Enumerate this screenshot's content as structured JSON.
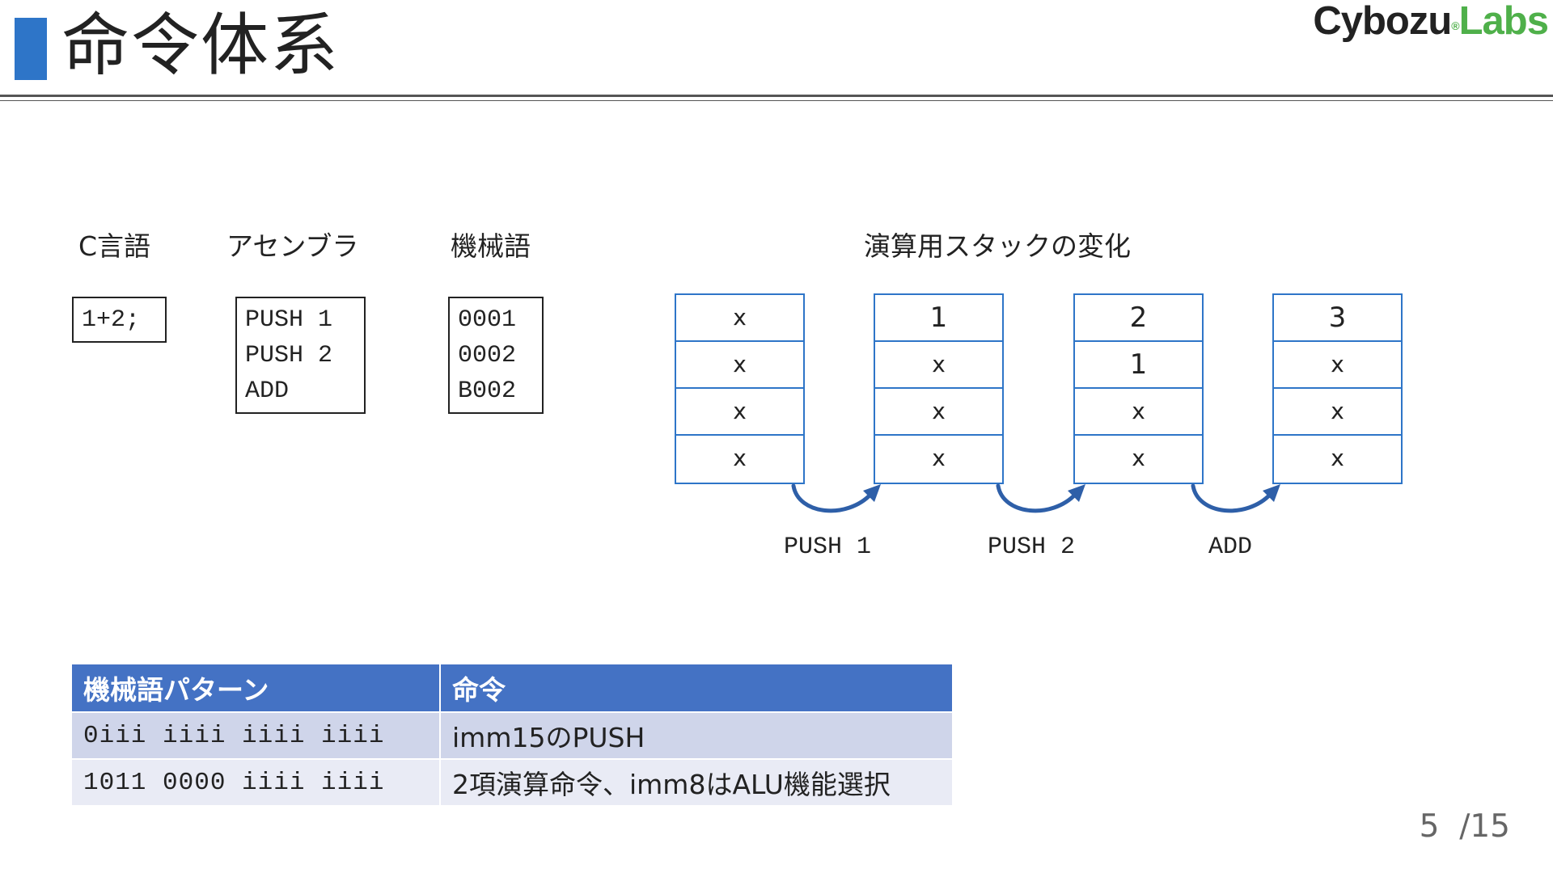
{
  "header": {
    "title": "命令体系",
    "logo_part1": "Cybozu",
    "logo_mark": "®",
    "logo_part2": "Labs"
  },
  "labels": {
    "c": "C言語",
    "asm": "アセンブラ",
    "mc": "機械語",
    "stack": "演算用スタックの変化"
  },
  "code": {
    "c_lines": [
      "1+2;"
    ],
    "asm_lines": [
      "PUSH 1",
      "PUSH 2",
      "ADD"
    ],
    "mc_lines": [
      "0001",
      "0002",
      "B002"
    ]
  },
  "stacks": [
    [
      "x",
      "x",
      "x",
      "x"
    ],
    [
      "1",
      "x",
      "x",
      "x"
    ],
    [
      "2",
      "1",
      "x",
      "x"
    ],
    [
      "3",
      "x",
      "x",
      "x"
    ]
  ],
  "operations": [
    "PUSH 1",
    "PUSH 2",
    "ADD"
  ],
  "table": {
    "headers": [
      "機械語パターン",
      "命令"
    ],
    "rows": [
      [
        "0iii iiii iiii iiii",
        "imm15のPUSH"
      ],
      [
        "1011 0000 iiii iiii",
        "2項演算命令、imm8はALU機能選択"
      ]
    ]
  },
  "page": {
    "current": "5",
    "total": "/15"
  },
  "colors": {
    "accent": "#2e75c8",
    "table_header": "#4472c4",
    "row_a": "#cfd5ea",
    "row_b": "#e9ebf5",
    "logo_green": "#4fb04a"
  }
}
